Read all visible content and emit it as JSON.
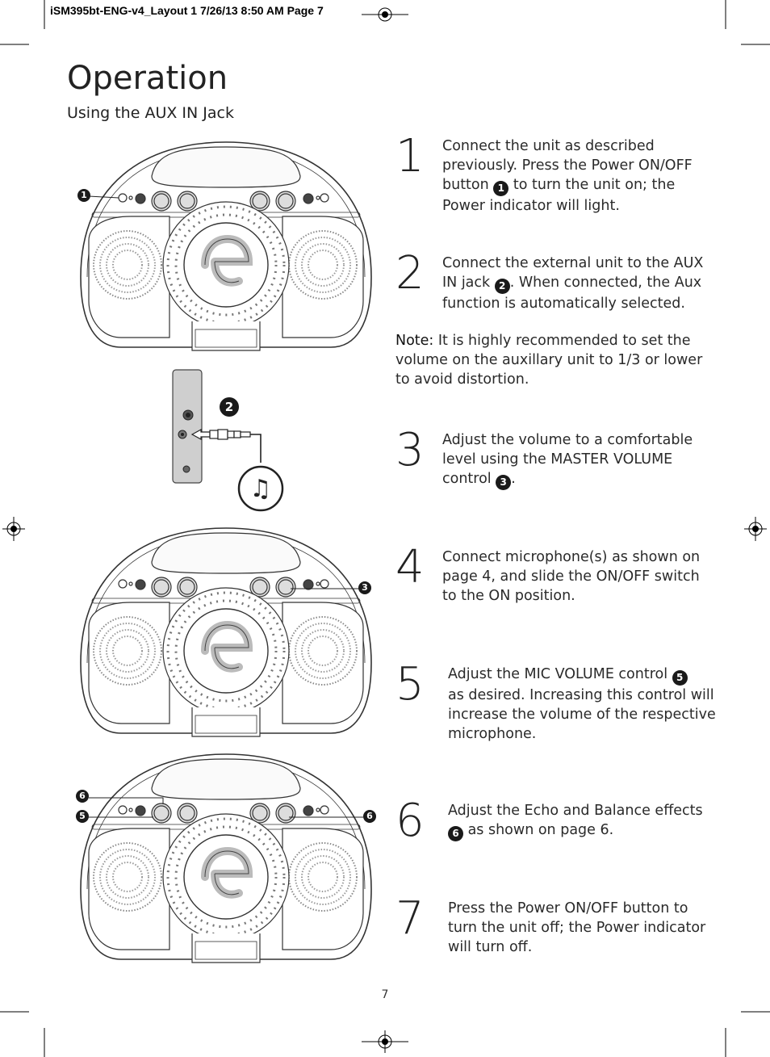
{
  "slug": "iSM395bt-ENG-v4_Layout 1  7/26/13  8:50 AM  Page 7",
  "title": "Operation",
  "subtitle": "Using the AUX IN Jack",
  "steps": [
    {
      "num": "1",
      "parts": [
        "Connect the unit as described",
        "previously. Press the Power ON/OFF",
        "button ",
        "1",
        " to turn the unit on; the",
        "Power indicator will light."
      ]
    },
    {
      "num": "2",
      "parts": [
        "Connect the external unit to the AUX",
        "IN jack ",
        "2",
        ". When connected, the Aux",
        "function is automatically selected."
      ]
    },
    {
      "num": "3",
      "parts": [
        "Adjust the volume to a comfortable",
        "level using the MASTER VOLUME",
        "control ",
        "3",
        "."
      ]
    },
    {
      "num": "4",
      "parts": [
        "Connect microphone(s) as shown on",
        "page 4, and slide the ON/OFF switch",
        "to the ON position."
      ]
    },
    {
      "num": "5",
      "parts": [
        "Adjust the MIC VOLUME control ",
        "5",
        "as desired. Increasing this control will",
        "increase the volume of the respective",
        "microphone."
      ]
    },
    {
      "num": "6",
      "parts": [
        "Adjust the Echo and Balance effects",
        "6",
        " as shown on page 6."
      ]
    },
    {
      "num": "7",
      "parts": [
        "Press the Power ON/OFF button to",
        "turn the unit off; the Power indicator",
        "will turn off."
      ]
    }
  ],
  "note": {
    "label": "Note:",
    "lines": [
      " It is highly recommended to set the",
      "volume on the auxillary unit to 1/3 or lower",
      "to avoid distortion."
    ]
  },
  "callouts": {
    "c1": "1",
    "c2": "2",
    "c3": "3",
    "c5": "5",
    "c6a": "6",
    "c6b": "6"
  },
  "page_number": "7"
}
